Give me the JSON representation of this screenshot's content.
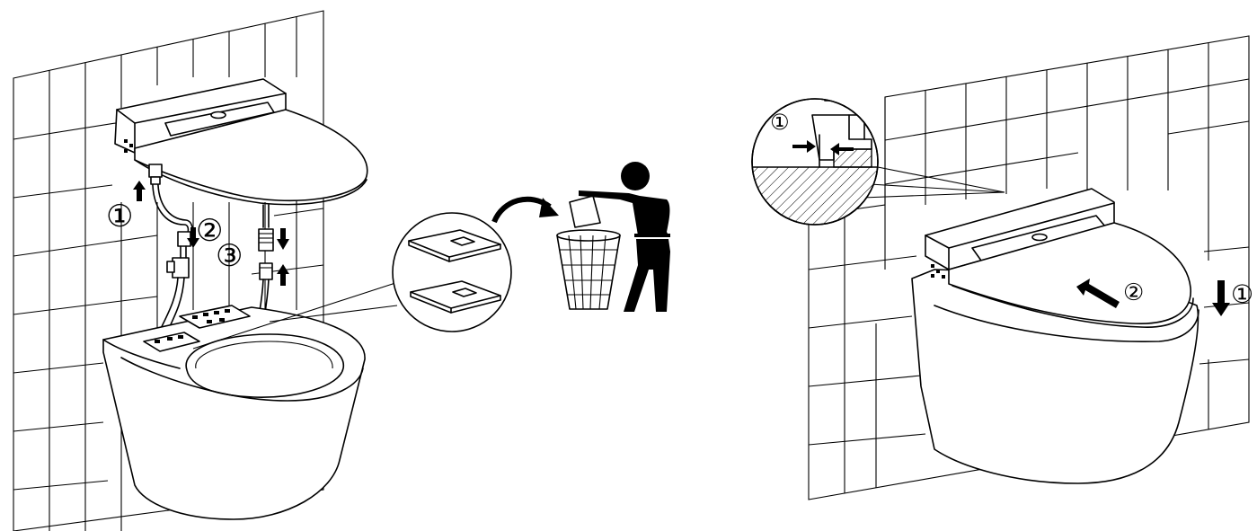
{
  "labels": {
    "step1": "①",
    "step2": "②",
    "step3": "③",
    "right_step1": "①",
    "right_step2": "②",
    "detail_step1": "①"
  },
  "colors": {
    "line": "#000000",
    "background": "#ffffff"
  }
}
